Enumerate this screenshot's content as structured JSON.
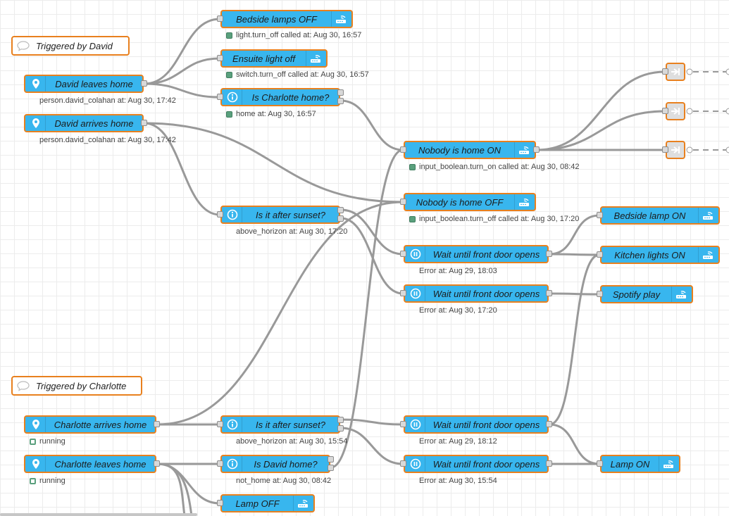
{
  "colors": {
    "node_fill": "#38b6ee",
    "node_border": "#e8801e",
    "wire": "#999999",
    "status_ok": "#5aa07d",
    "status_error": "#cc1d1d"
  },
  "comments": [
    {
      "id": "c_david",
      "label": "Triggered by David",
      "icon": "comment-icon"
    },
    {
      "id": "c_charlotte",
      "label": "Triggered by Charlotte",
      "icon": "comment-icon"
    }
  ],
  "nodes": [
    {
      "id": "n_bedside_off",
      "label": "Bedside lamps OFF",
      "icon": "home-assistant-service-icon",
      "status": "light.turn_off called at: Aug 30, 16:57",
      "status_color": "green"
    },
    {
      "id": "n_ensuite_off",
      "label": "Ensuite light off",
      "icon": "home-assistant-service-icon",
      "status": "switch.turn_off called at: Aug 30, 16:57",
      "status_color": "green"
    },
    {
      "id": "n_is_charlotte_home",
      "label": "Is Charlotte home?",
      "icon": "info-icon",
      "status": "home at: Aug 30, 16:57",
      "status_color": "green"
    },
    {
      "id": "n_david_leaves",
      "label": "David leaves home",
      "icon": "location-pin-icon",
      "status": "person.david_colahan at: Aug 30, 17:42",
      "status_color": "red"
    },
    {
      "id": "n_david_arrives",
      "label": "David arrives home",
      "icon": "location-pin-icon",
      "status": "person.david_colahan at: Aug 30, 17:42",
      "status_color": "red"
    },
    {
      "id": "n_nobody_on",
      "label": "Nobody is home ON",
      "icon": "home-assistant-service-icon",
      "status": "input_boolean.turn_on called at: Aug 30, 08:42",
      "status_color": "green"
    },
    {
      "id": "n_nobody_off",
      "label": "Nobody is home OFF",
      "icon": "home-assistant-service-icon",
      "status": "input_boolean.turn_off called at: Aug 30, 17:20",
      "status_color": "green"
    },
    {
      "id": "n_after_sunset_1",
      "label": "Is it after sunset?",
      "icon": "info-icon",
      "status": "above_horizon at: Aug 30, 17:20",
      "status_color": "red"
    },
    {
      "id": "n_wait_door_1",
      "label": "Wait until front door opens",
      "icon": "pause-icon",
      "status": "Error at: Aug 29, 18:03",
      "status_color": "red"
    },
    {
      "id": "n_wait_door_2",
      "label": "Wait until front door opens",
      "icon": "pause-icon",
      "status": "Error at: Aug 30, 17:20",
      "status_color": "red"
    },
    {
      "id": "n_bedside_on",
      "label": "Bedside lamp ON",
      "icon": "home-assistant-service-icon",
      "status": "",
      "status_color": ""
    },
    {
      "id": "n_kitchen_on",
      "label": "Kitchen lights ON",
      "icon": "home-assistant-service-icon",
      "status": "",
      "status_color": ""
    },
    {
      "id": "n_spotify",
      "label": "Spotify play",
      "icon": "home-assistant-service-icon",
      "status": "",
      "status_color": ""
    },
    {
      "id": "n_charlotte_arrives",
      "label": "Charlotte arrives home",
      "icon": "location-pin-icon",
      "status": "running",
      "status_color": "green-ring"
    },
    {
      "id": "n_charlotte_leaves",
      "label": "Charlotte leaves home",
      "icon": "location-pin-icon",
      "status": "running",
      "status_color": "green-ring"
    },
    {
      "id": "n_after_sunset_2",
      "label": "Is it after sunset?",
      "icon": "info-icon",
      "status": "above_horizon at: Aug 30, 15:54",
      "status_color": "red"
    },
    {
      "id": "n_is_david_home",
      "label": "Is David home?",
      "icon": "info-icon",
      "status": "not_home at: Aug 30, 08:42",
      "status_color": "red"
    },
    {
      "id": "n_lamp_off",
      "label": "Lamp OFF",
      "icon": "home-assistant-service-icon",
      "status": "",
      "status_color": ""
    },
    {
      "id": "n_wait_door_3",
      "label": "Wait until front door opens",
      "icon": "pause-icon",
      "status": "Error at: Aug 29, 18:12",
      "status_color": "red"
    },
    {
      "id": "n_wait_door_4",
      "label": "Wait until front door opens",
      "icon": "pause-icon",
      "status": "Error at: Aug 30, 15:54",
      "status_color": "red"
    },
    {
      "id": "n_lamp_on",
      "label": "Lamp ON",
      "icon": "home-assistant-service-icon",
      "status": "",
      "status_color": ""
    }
  ],
  "link_nodes": [
    {
      "id": "l_out_1",
      "icon": "link-out-icon"
    },
    {
      "id": "l_out_2",
      "icon": "link-out-icon"
    },
    {
      "id": "l_out_3",
      "icon": "link-out-icon"
    }
  ],
  "wires": [
    [
      "n_david_leaves",
      0,
      "n_bedside_off"
    ],
    [
      "n_david_leaves",
      0,
      "n_ensuite_off"
    ],
    [
      "n_david_leaves",
      0,
      "n_is_charlotte_home"
    ],
    [
      "n_is_charlotte_home",
      1,
      "n_nobody_on"
    ],
    [
      "n_david_arrives",
      0,
      "n_after_sunset_1"
    ],
    [
      "n_david_arrives",
      0,
      "n_nobody_off"
    ],
    [
      "n_nobody_on",
      0,
      "l_out_1"
    ],
    [
      "n_nobody_on",
      0,
      "l_out_2"
    ],
    [
      "n_nobody_on",
      0,
      "l_out_3"
    ],
    [
      "n_after_sunset_1",
      0,
      "n_wait_door_1"
    ],
    [
      "n_after_sunset_1",
      1,
      "n_wait_door_2"
    ],
    [
      "n_wait_door_1",
      0,
      "n_bedside_on"
    ],
    [
      "n_wait_door_1",
      0,
      "n_kitchen_on"
    ],
    [
      "n_wait_door_2",
      0,
      "n_spotify"
    ],
    [
      "n_charlotte_arrives",
      0,
      "n_nobody_off"
    ],
    [
      "n_charlotte_arrives",
      0,
      "n_after_sunset_2"
    ],
    [
      "n_after_sunset_2",
      0,
      "n_wait_door_3"
    ],
    [
      "n_after_sunset_2",
      1,
      "n_wait_door_4"
    ],
    [
      "n_wait_door_3",
      0,
      "n_kitchen_on"
    ],
    [
      "n_wait_door_3",
      0,
      "n_lamp_on"
    ],
    [
      "n_wait_door_4",
      0,
      "n_lamp_on"
    ],
    [
      "n_charlotte_leaves",
      0,
      "n_is_david_home"
    ],
    [
      "n_charlotte_leaves",
      0,
      "n_lamp_off"
    ],
    [
      "n_is_david_home",
      1,
      "n_nobody_on"
    ]
  ]
}
